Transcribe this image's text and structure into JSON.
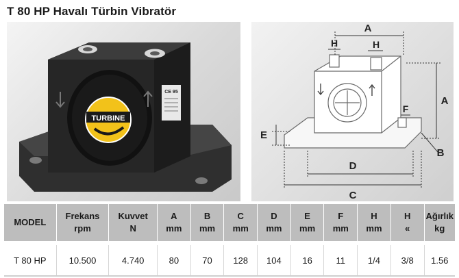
{
  "title": "T 80 HP Havalı Türbin Vibratör",
  "photo": {
    "logo_text": "TURBINE",
    "label_text": "CE 95"
  },
  "drawing": {
    "dims": [
      "A",
      "H",
      "H",
      "E",
      "D",
      "F",
      "B",
      "C",
      "A"
    ]
  },
  "table": {
    "headers": [
      {
        "top": "MODEL",
        "bottom": ""
      },
      {
        "top": "Frekans",
        "bottom": "rpm"
      },
      {
        "top": "Kuvvet",
        "bottom": "N"
      },
      {
        "top": "A",
        "bottom": "mm"
      },
      {
        "top": "B",
        "bottom": "mm"
      },
      {
        "top": "C",
        "bottom": "mm"
      },
      {
        "top": "D",
        "bottom": "mm"
      },
      {
        "top": "E",
        "bottom": "mm"
      },
      {
        "top": "F",
        "bottom": "mm"
      },
      {
        "top": "H",
        "bottom": "mm"
      },
      {
        "top": "H",
        "bottom": "«"
      },
      {
        "top": "Ağırlık",
        "bottom": "kg"
      }
    ],
    "rows": [
      [
        "T 80 HP",
        "10.500",
        "4.740",
        "80",
        "70",
        "128",
        "104",
        "16",
        "11",
        "1/4",
        "3/8",
        "1.56"
      ]
    ]
  },
  "colors": {
    "header_bg": "#bdbdbd",
    "body_dark": "#2b2b2b",
    "logo_yellow": "#f2c21a",
    "dim_line": "#333333"
  }
}
